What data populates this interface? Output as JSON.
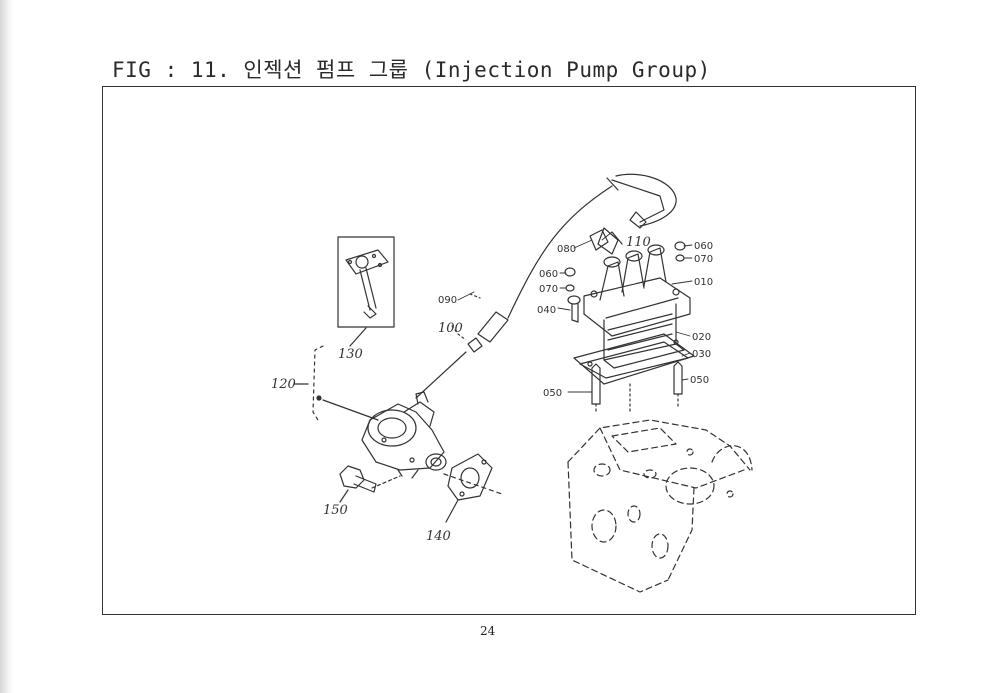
{
  "figure": {
    "title": "FIG : 11. 인젝션 펌프 그룹 (Injection Pump Group)"
  },
  "callouts": {
    "c010": "010",
    "c020": "020",
    "c030": "030",
    "c040": "040",
    "c050_left": "050",
    "c050_right": "050",
    "c060_top": "060",
    "c060_left": "060",
    "c070_top": "070",
    "c070_left": "070",
    "c080": "080",
    "c090": "090",
    "c100": "100",
    "c110": "110",
    "c120": "120",
    "c130": "130",
    "c140": "140",
    "c150": "150"
  },
  "page": {
    "number": "24"
  }
}
